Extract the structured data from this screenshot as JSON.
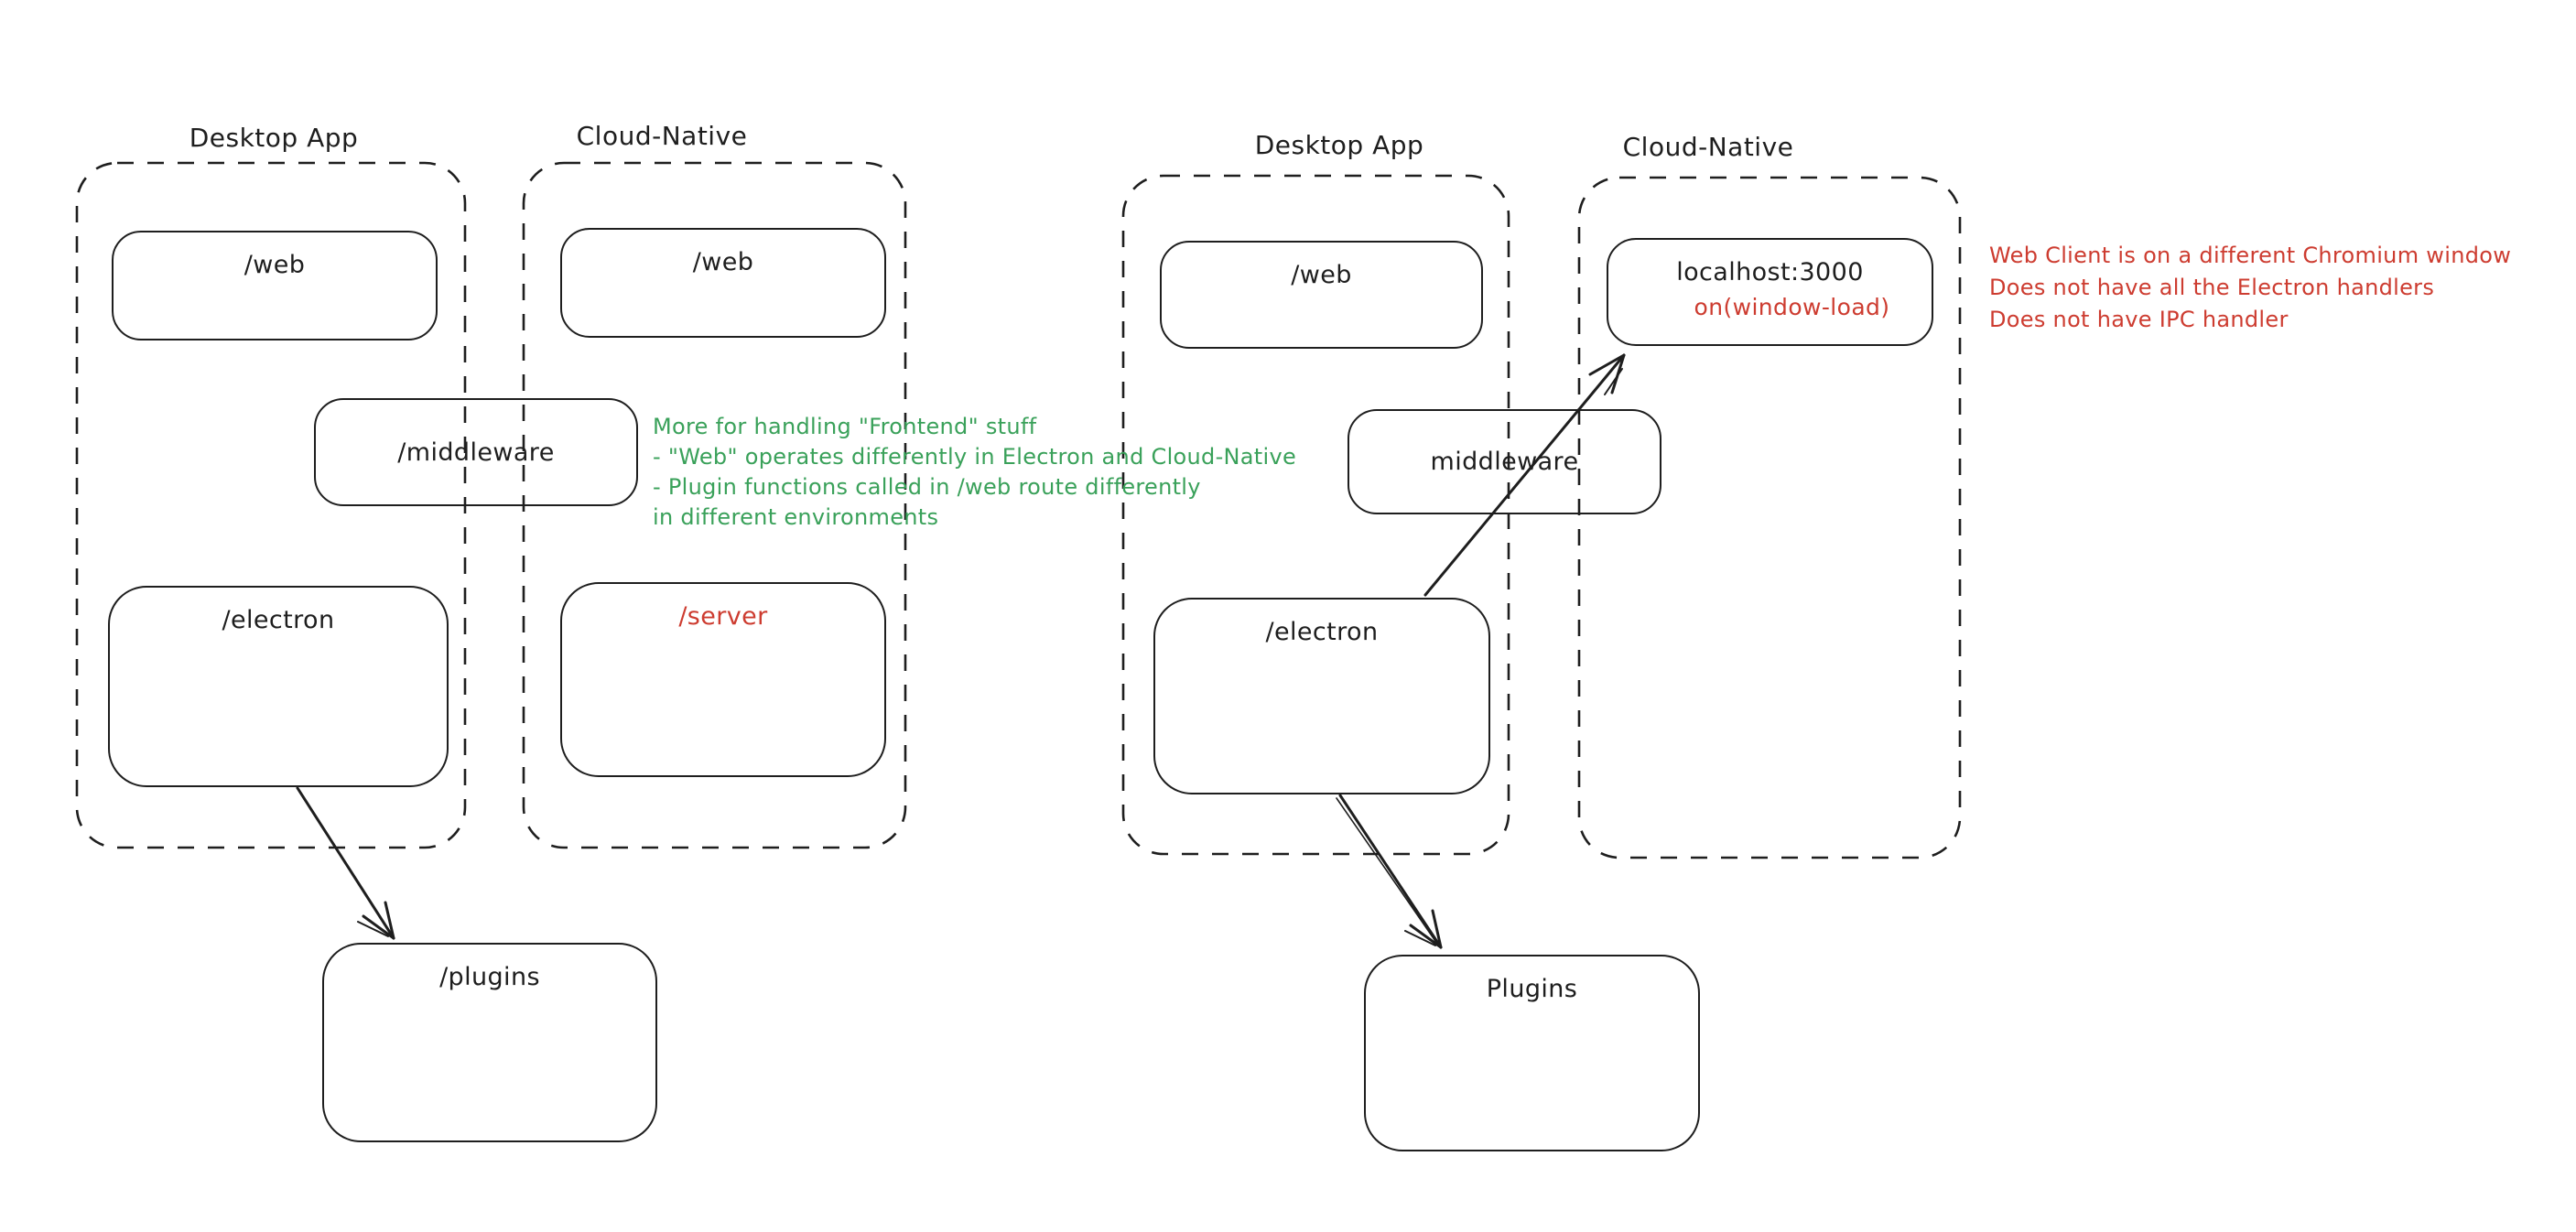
{
  "colors": {
    "ink": "#1e1e1e",
    "red": "#cd3c30",
    "green": "#3aa15a",
    "background": "#ffffff"
  },
  "left_diagram": {
    "desktop_container": {
      "title": "Desktop App"
    },
    "cloud_container": {
      "title": "Cloud-Native"
    },
    "boxes": {
      "web_desktop": {
        "label": "/web"
      },
      "web_cloud": {
        "label": "/web"
      },
      "middleware": {
        "label": "/middleware"
      },
      "electron": {
        "label": "/electron"
      },
      "server": {
        "label": "/server"
      },
      "plugins": {
        "label": "/plugins"
      }
    },
    "annotation_green": {
      "lines": [
        "More for handling \"Frontend\" stuff",
        "- \"Web\" operates differently in Electron and Cloud-Native",
        "- Plugin functions called in /web route differently",
        "in different environments"
      ]
    }
  },
  "right_diagram": {
    "desktop_container": {
      "title": "Desktop App"
    },
    "cloud_container": {
      "title": "Cloud-Native"
    },
    "boxes": {
      "web_desktop": {
        "label": "/web"
      },
      "localhost": {
        "label": "localhost:3000",
        "sublabel": "on(window-load)"
      },
      "middleware": {
        "label": "middleware"
      },
      "electron": {
        "label": "/electron"
      },
      "plugins": {
        "label": "Plugins"
      }
    },
    "annotation_red": {
      "lines": [
        "Web Client is on a different Chromium window",
        "Does not have all the Electron handlers",
        "Does not have IPC handler"
      ]
    }
  }
}
